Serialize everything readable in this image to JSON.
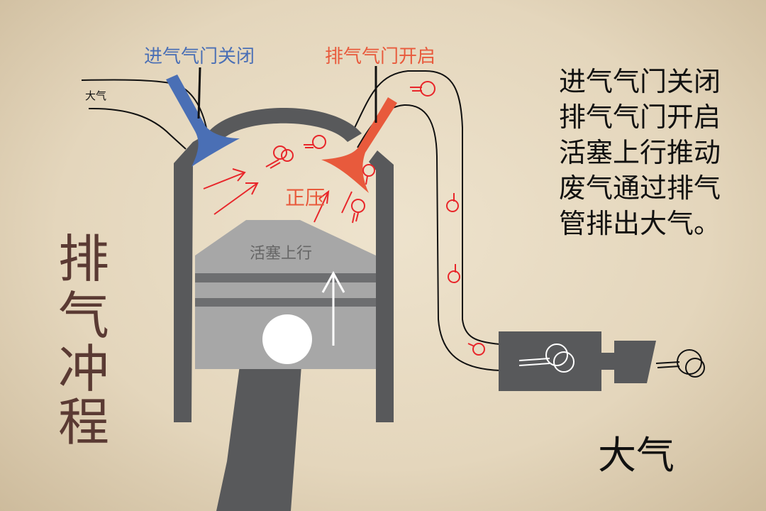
{
  "title": "排气冲程",
  "labels": {
    "intake_valve": "进气气门关闭",
    "exhaust_valve": "排气气门开启",
    "atmosphere_small": "大气",
    "pressure": "正压",
    "piston": "活塞上行",
    "atmosphere_large": "大气"
  },
  "description_lines": [
    "进气气门关闭",
    "排气气门开启",
    "活塞上行推动",
    "废气通过排气",
    "管排出大气。"
  ],
  "colors": {
    "intake": "#4a6fb5",
    "exhaust": "#e85a3c",
    "cylinder": "#58595b",
    "piston": "#a7a7a7",
    "title": "#5a3a33",
    "arrows": "#e8262a"
  }
}
